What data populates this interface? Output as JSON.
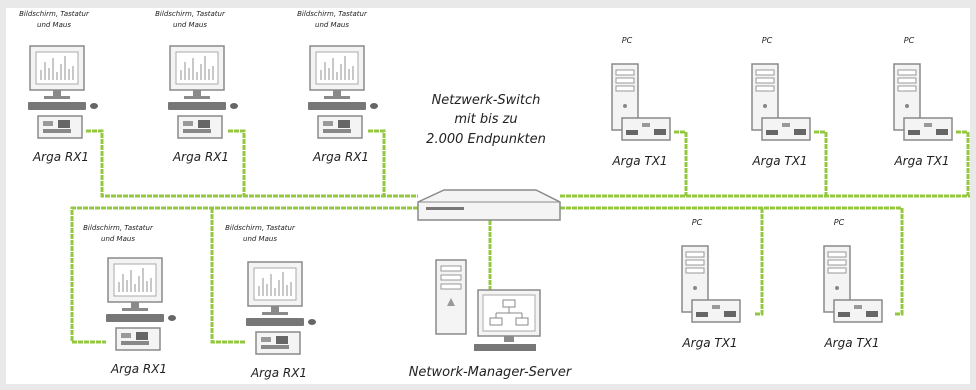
{
  "switch": {
    "line1": "Netzwerk-Switch",
    "line2": "mit bis zu",
    "line3": "2.000 Endpunkten"
  },
  "server": {
    "label": "Network-Manager-Server"
  },
  "receivers": [
    {
      "label": "Arga RX1",
      "peripherals_line1": "Bildschirm, Tastatur",
      "peripherals_line2": "und Maus"
    },
    {
      "label": "Arga RX1",
      "peripherals_line1": "Bildschirm, Tastatur",
      "peripherals_line2": "und Maus"
    },
    {
      "label": "Arga RX1",
      "peripherals_line1": "Bildschirm, Tastatur",
      "peripherals_line2": "und Maus"
    },
    {
      "label": "Arga RX1",
      "peripherals_line1": "Bildschirm, Tastatur",
      "peripherals_line2": "und Maus"
    },
    {
      "label": "Arga RX1",
      "peripherals_line1": "Bildschirm, Tastatur",
      "peripherals_line2": "und Maus"
    }
  ],
  "transmitters": [
    {
      "label": "Arga TX1",
      "pc_label": "PC"
    },
    {
      "label": "Arga TX1",
      "pc_label": "PC"
    },
    {
      "label": "Arga TX1",
      "pc_label": "PC"
    },
    {
      "label": "Arga TX1",
      "pc_label": "PC"
    },
    {
      "label": "Arga TX1",
      "pc_label": "PC"
    }
  ],
  "colors": {
    "cable": "#93c83e",
    "device": "#8a8a8a",
    "device_fill": "#f4f4f4",
    "background": "#e9e9e9"
  }
}
